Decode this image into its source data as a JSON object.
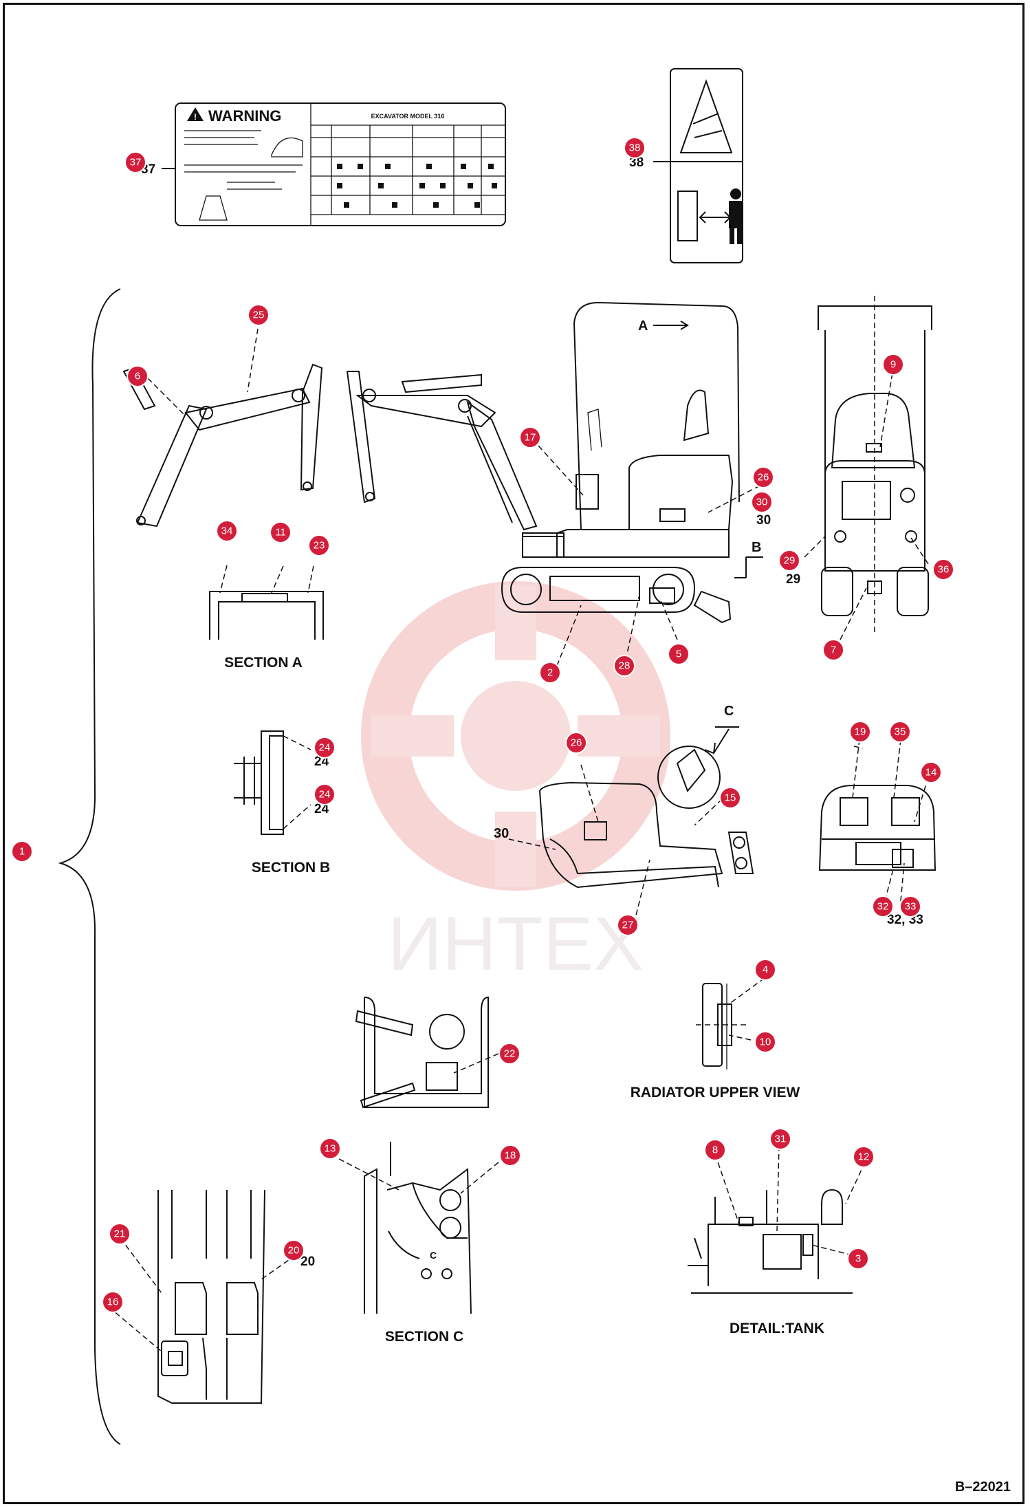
{
  "captions": {
    "section_a": "SECTION A",
    "section_b": "SECTION B",
    "section_c": "SECTION C",
    "radiator": "RADIATOR UPPER VIEW",
    "detail_tank": "DETAIL:TANK",
    "drawing_number": "B–22021"
  },
  "view_letters": {
    "a": "A",
    "b": "B",
    "c": "C",
    "c_small": "C"
  },
  "decal_warning": {
    "heading": "WARNING",
    "model": "EXCAVATOR MODEL 316"
  },
  "callouts": [
    {
      "n": "1"
    },
    {
      "n": "2"
    },
    {
      "n": "3"
    },
    {
      "n": "4"
    },
    {
      "n": "5"
    },
    {
      "n": "6"
    },
    {
      "n": "7"
    },
    {
      "n": "8"
    },
    {
      "n": "9"
    },
    {
      "n": "10"
    },
    {
      "n": "11"
    },
    {
      "n": "12"
    },
    {
      "n": "13"
    },
    {
      "n": "15"
    },
    {
      "n": "14"
    },
    {
      "n": "16"
    },
    {
      "n": "17"
    },
    {
      "n": "18"
    },
    {
      "n": "19"
    },
    {
      "n": "20"
    },
    {
      "n": "21"
    },
    {
      "n": "22"
    },
    {
      "n": "23"
    },
    {
      "n": "24"
    },
    {
      "n": "24"
    },
    {
      "n": "25"
    },
    {
      "n": "26"
    },
    {
      "n": "26"
    },
    {
      "n": "27"
    },
    {
      "n": "28"
    },
    {
      "n": "29"
    },
    {
      "n": "30"
    },
    {
      "n": "31"
    },
    {
      "n": "32"
    },
    {
      "n": "33"
    },
    {
      "n": "34"
    },
    {
      "n": "35"
    },
    {
      "n": "36"
    },
    {
      "n": "37"
    },
    {
      "n": "38"
    }
  ],
  "printed_numbers": {
    "n30_top": "30",
    "n30_mid": "30",
    "n29": "29",
    "n24a": "24",
    "n24b": "24",
    "n32_33": "32, 33",
    "n20": "20",
    "n37": "37",
    "n38": "38"
  },
  "watermark": {
    "text": "ИНТЕХ",
    "color": "#e8a0a0"
  },
  "colors": {
    "badge": "#d21e3a",
    "ink": "#111111"
  }
}
